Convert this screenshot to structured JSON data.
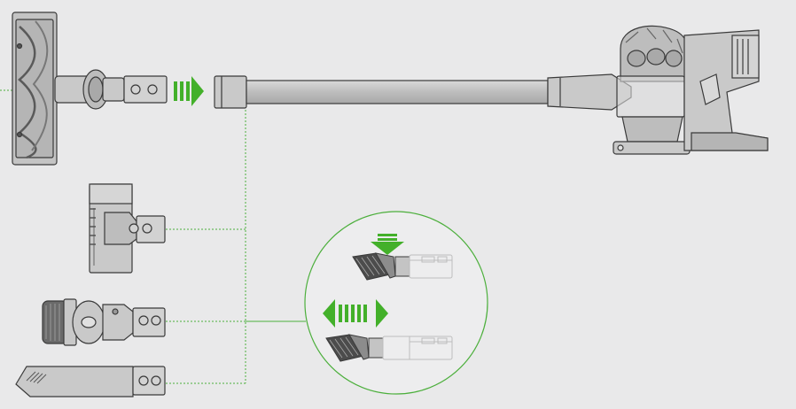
{
  "diagram": {
    "colors": {
      "background": "#e9e9ea",
      "part_fill": "#c9c9c9",
      "part_fill_dark": "#a9a9a9",
      "outline": "#3a3a3a",
      "guide_green": "#4caf3c",
      "arrow_green": "#43b02a",
      "brush_dark": "#555555"
    },
    "parts": [
      {
        "name": "motorhead-cleaner-head",
        "attaches_to": "wand"
      },
      {
        "name": "wand",
        "attaches_to": "main-body"
      },
      {
        "name": "main-body"
      },
      {
        "name": "mini-motorized-tool",
        "attaches_to": "wand"
      },
      {
        "name": "combination-tool",
        "attaches_to": "wand"
      },
      {
        "name": "crevice-tool",
        "attaches_to": "wand"
      }
    ],
    "inset": {
      "steps": [
        "press-down",
        "slide-in-out"
      ]
    }
  }
}
